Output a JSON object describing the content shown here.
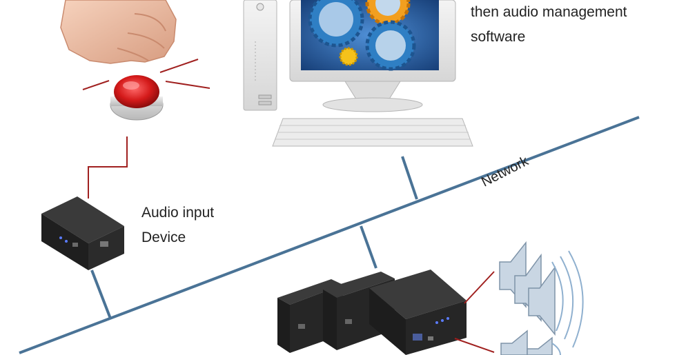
{
  "captions": {
    "software_line1": "then audio management",
    "software_line2": "software",
    "input_line1": "Audio input",
    "input_line2": "Device",
    "network": "Network"
  },
  "colors": {
    "network_line": "#4a7396",
    "signal_wire": "#a0201f",
    "device_body": "#262626",
    "speaker_fill": "#c9d6e3",
    "screen_blue": "#1f5fa8"
  },
  "icons": [
    "fist-icon",
    "red-button-icon",
    "computer-icon",
    "gears-icon",
    "keyboard-icon",
    "audio-device-icon",
    "speaker-icon"
  ]
}
